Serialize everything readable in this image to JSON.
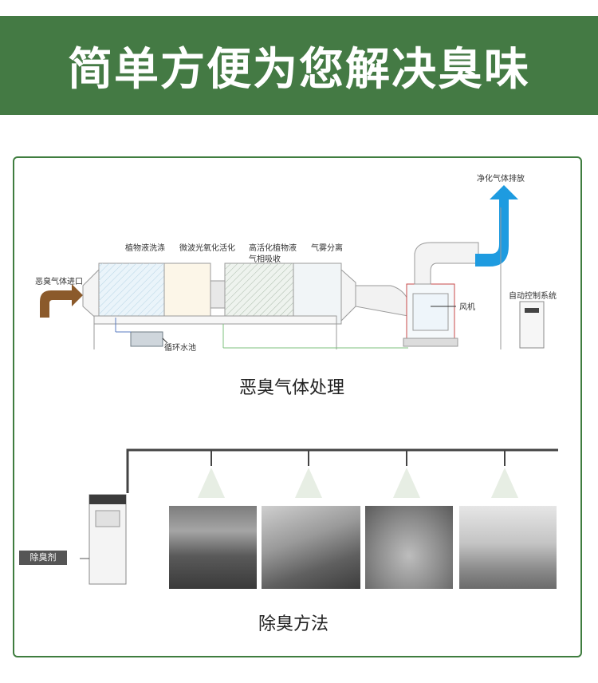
{
  "banner": {
    "title": "简单方便为您解决臭味"
  },
  "process": {
    "caption": "恶臭气体处理",
    "inlet_label": "恶臭气体进口",
    "stage1": "植物液洗涤",
    "stage2": "微波光氧化活化",
    "stage3_line1": "高活化植物液",
    "stage3_line2": "气相吸收",
    "stage4": "气雾分离",
    "pool_label": "循环水池",
    "fan_label": "风机",
    "exhaust_label": "净化气体排放",
    "control_label": "自动控制系统"
  },
  "method": {
    "caption": "除臭方法",
    "tag": "除臭剂"
  },
  "colors": {
    "banner": "#447a44",
    "panel_border": "#3f7d3f",
    "inlet_arrow": "#8b5a2b",
    "exhaust_arrow": "#1e9be0"
  }
}
